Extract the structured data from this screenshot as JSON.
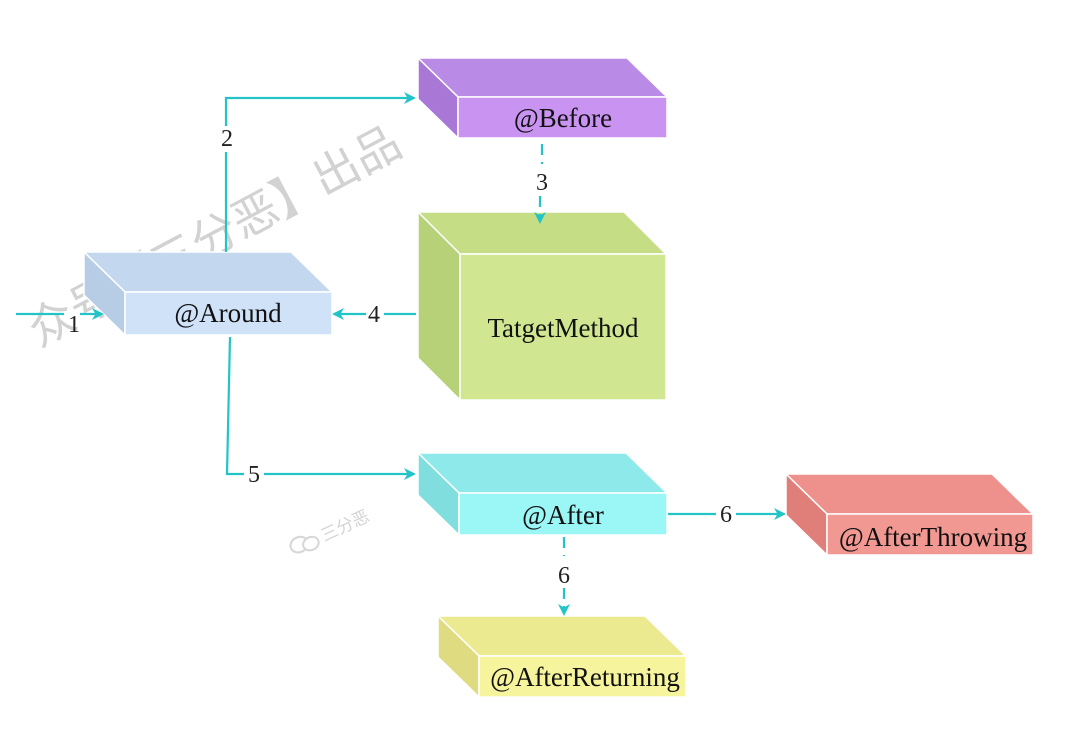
{
  "watermark": {
    "main": "众号【三分恶】出品",
    "small": "三分恶"
  },
  "nodes": {
    "around": {
      "label": "@Around",
      "front": "#cfe2f8",
      "top": "#c3d8ee",
      "side": "#b7cde6"
    },
    "before": {
      "label": "@Before",
      "front": "#c993f2",
      "top": "#b98ae6",
      "side": "#a978d6"
    },
    "target": {
      "label": "TatgetMethod",
      "front": "#d0e690",
      "top": "#c5dd85",
      "side": "#b6d178"
    },
    "after": {
      "label": "@After",
      "front": "#9bf6f6",
      "top": "#8eeaea",
      "side": "#80dede"
    },
    "after_throwing": {
      "label": "@AfterThrowing",
      "front": "#f29892",
      "top": "#ee918c",
      "side": "#e07f7a"
    },
    "after_returning": {
      "label": "@AfterReturning",
      "front": "#f6f49c",
      "top": "#ecea90",
      "side": "#dedb80"
    }
  },
  "edges": [
    {
      "id": "e1",
      "label": "1",
      "from": "entry",
      "to": "@Around"
    },
    {
      "id": "e2",
      "label": "2",
      "from": "@Around",
      "to": "@Before"
    },
    {
      "id": "e3",
      "label": "3",
      "from": "@Before",
      "to": "TatgetMethod"
    },
    {
      "id": "e4",
      "label": "4",
      "from": "TatgetMethod",
      "to": "@Around"
    },
    {
      "id": "e5",
      "label": "5",
      "from": "@Around",
      "to": "@After"
    },
    {
      "id": "e6a",
      "label": "6",
      "from": "@After",
      "to": "@AfterThrowing"
    },
    {
      "id": "e6b",
      "label": "6",
      "from": "@After",
      "to": "@AfterReturning"
    }
  ],
  "colors": {
    "edge": "#22c4c8",
    "text": "#111111"
  }
}
